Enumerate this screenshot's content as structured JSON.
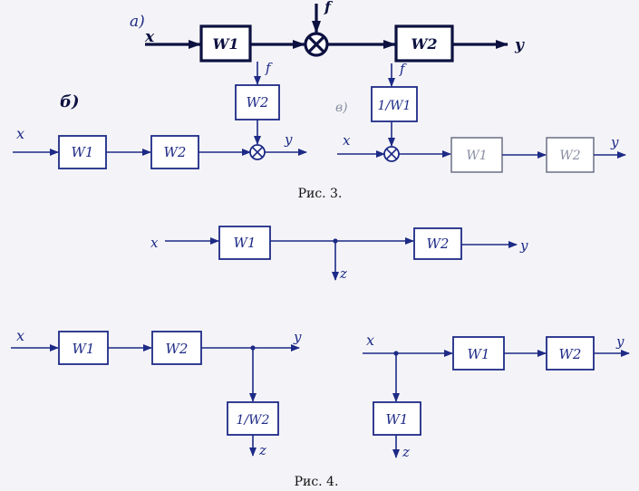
{
  "fig3": {
    "a": {
      "label": "а)",
      "x": "x",
      "f": "f",
      "w1": "W1",
      "w2": "W2",
      "y": "y"
    },
    "b": {
      "label": "б)",
      "x": "x",
      "f": "f",
      "w1": "W1",
      "w2_feed": "W2",
      "w2": "W2",
      "y": "y"
    },
    "c": {
      "label": "в)",
      "x": "x",
      "f": "f",
      "inv_w1": "1/W1",
      "w1": "W1",
      "w2": "W2",
      "y": "y"
    },
    "caption": "Рис. 3."
  },
  "fig4": {
    "top": {
      "x": "x",
      "w1": "W1",
      "w2": "W2",
      "y": "y",
      "z": "z"
    },
    "left": {
      "x": "x",
      "w1": "W1",
      "w2": "W2",
      "y": "y",
      "inv_w2": "1/W2",
      "z": "z"
    },
    "right": {
      "x": "x",
      "w1": "W1",
      "w2": "W2",
      "y": "y",
      "w1_branch": "W1",
      "z": "z"
    },
    "caption": "Рис. 4."
  }
}
